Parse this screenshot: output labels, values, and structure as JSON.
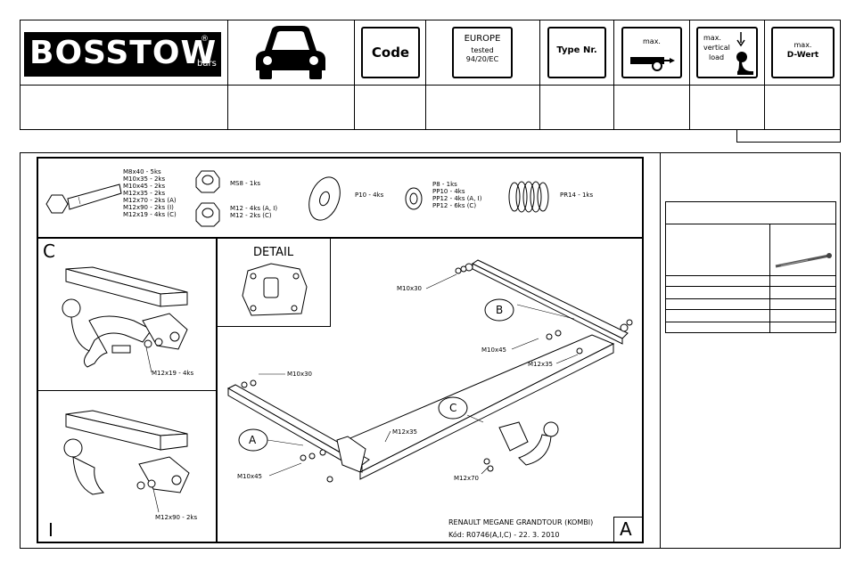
{
  "header": {
    "logo_text": "BOSSTOW",
    "logo_reg": "®",
    "logo_sub": "bars",
    "code_label": "Code",
    "europe": {
      "line1": "EUROPE",
      "line2": "tested",
      "line3": "94/20/EC"
    },
    "type_label": "Type Nr.",
    "max_label": "max.",
    "vertical_load": {
      "line1": "max.",
      "line2": "vertical",
      "line3": "load"
    },
    "dwert": {
      "line1": "max.",
      "line2": "D-Wert"
    }
  },
  "parts": {
    "bolts": [
      "M8x40 - 5ks",
      "M10x35 - 2ks",
      "M10x45 - 2ks",
      "M12x35 - 2ks",
      "M12x70 - 2ks (A)",
      "M12x90 - 2ks (I)",
      "M12x19 - 4ks (C)"
    ],
    "nut1": "MS8 - 1ks",
    "nut2": [
      "M12 - 4ks (A, I)",
      "M12 - 2ks (C)"
    ],
    "washer1": "P10 - 4ks",
    "washer2": [
      "P8 - 1ks",
      "PP10 - 4ks",
      "PP12 - 4ks (A, I)",
      "PP12 - 6ks (C)"
    ],
    "spring": "PR14 - 1ks"
  },
  "sections": {
    "c_label": "C",
    "c_bolt": "M12x19 - 4ks",
    "i_label": "I",
    "i_bolt": "M12x90 - 2ks",
    "detail": "DETAIL",
    "a_label": "A"
  },
  "main_callouts": {
    "m10x30_top": "M10x30",
    "b": "B",
    "m10x45_right": "M10x45",
    "m12x35_right": "M12x35",
    "m10x30_left": "M10x30",
    "c": "C",
    "a": "A",
    "m12x35_mid": "M12x35",
    "m10x45_left": "M10x45",
    "m12x70": "M12x70"
  },
  "footer": {
    "model": "RENAULT MEGANE GRANDTOUR (KOMBI)",
    "code": "Kód: R0746(A,I,C) - 22. 3. 2010"
  }
}
